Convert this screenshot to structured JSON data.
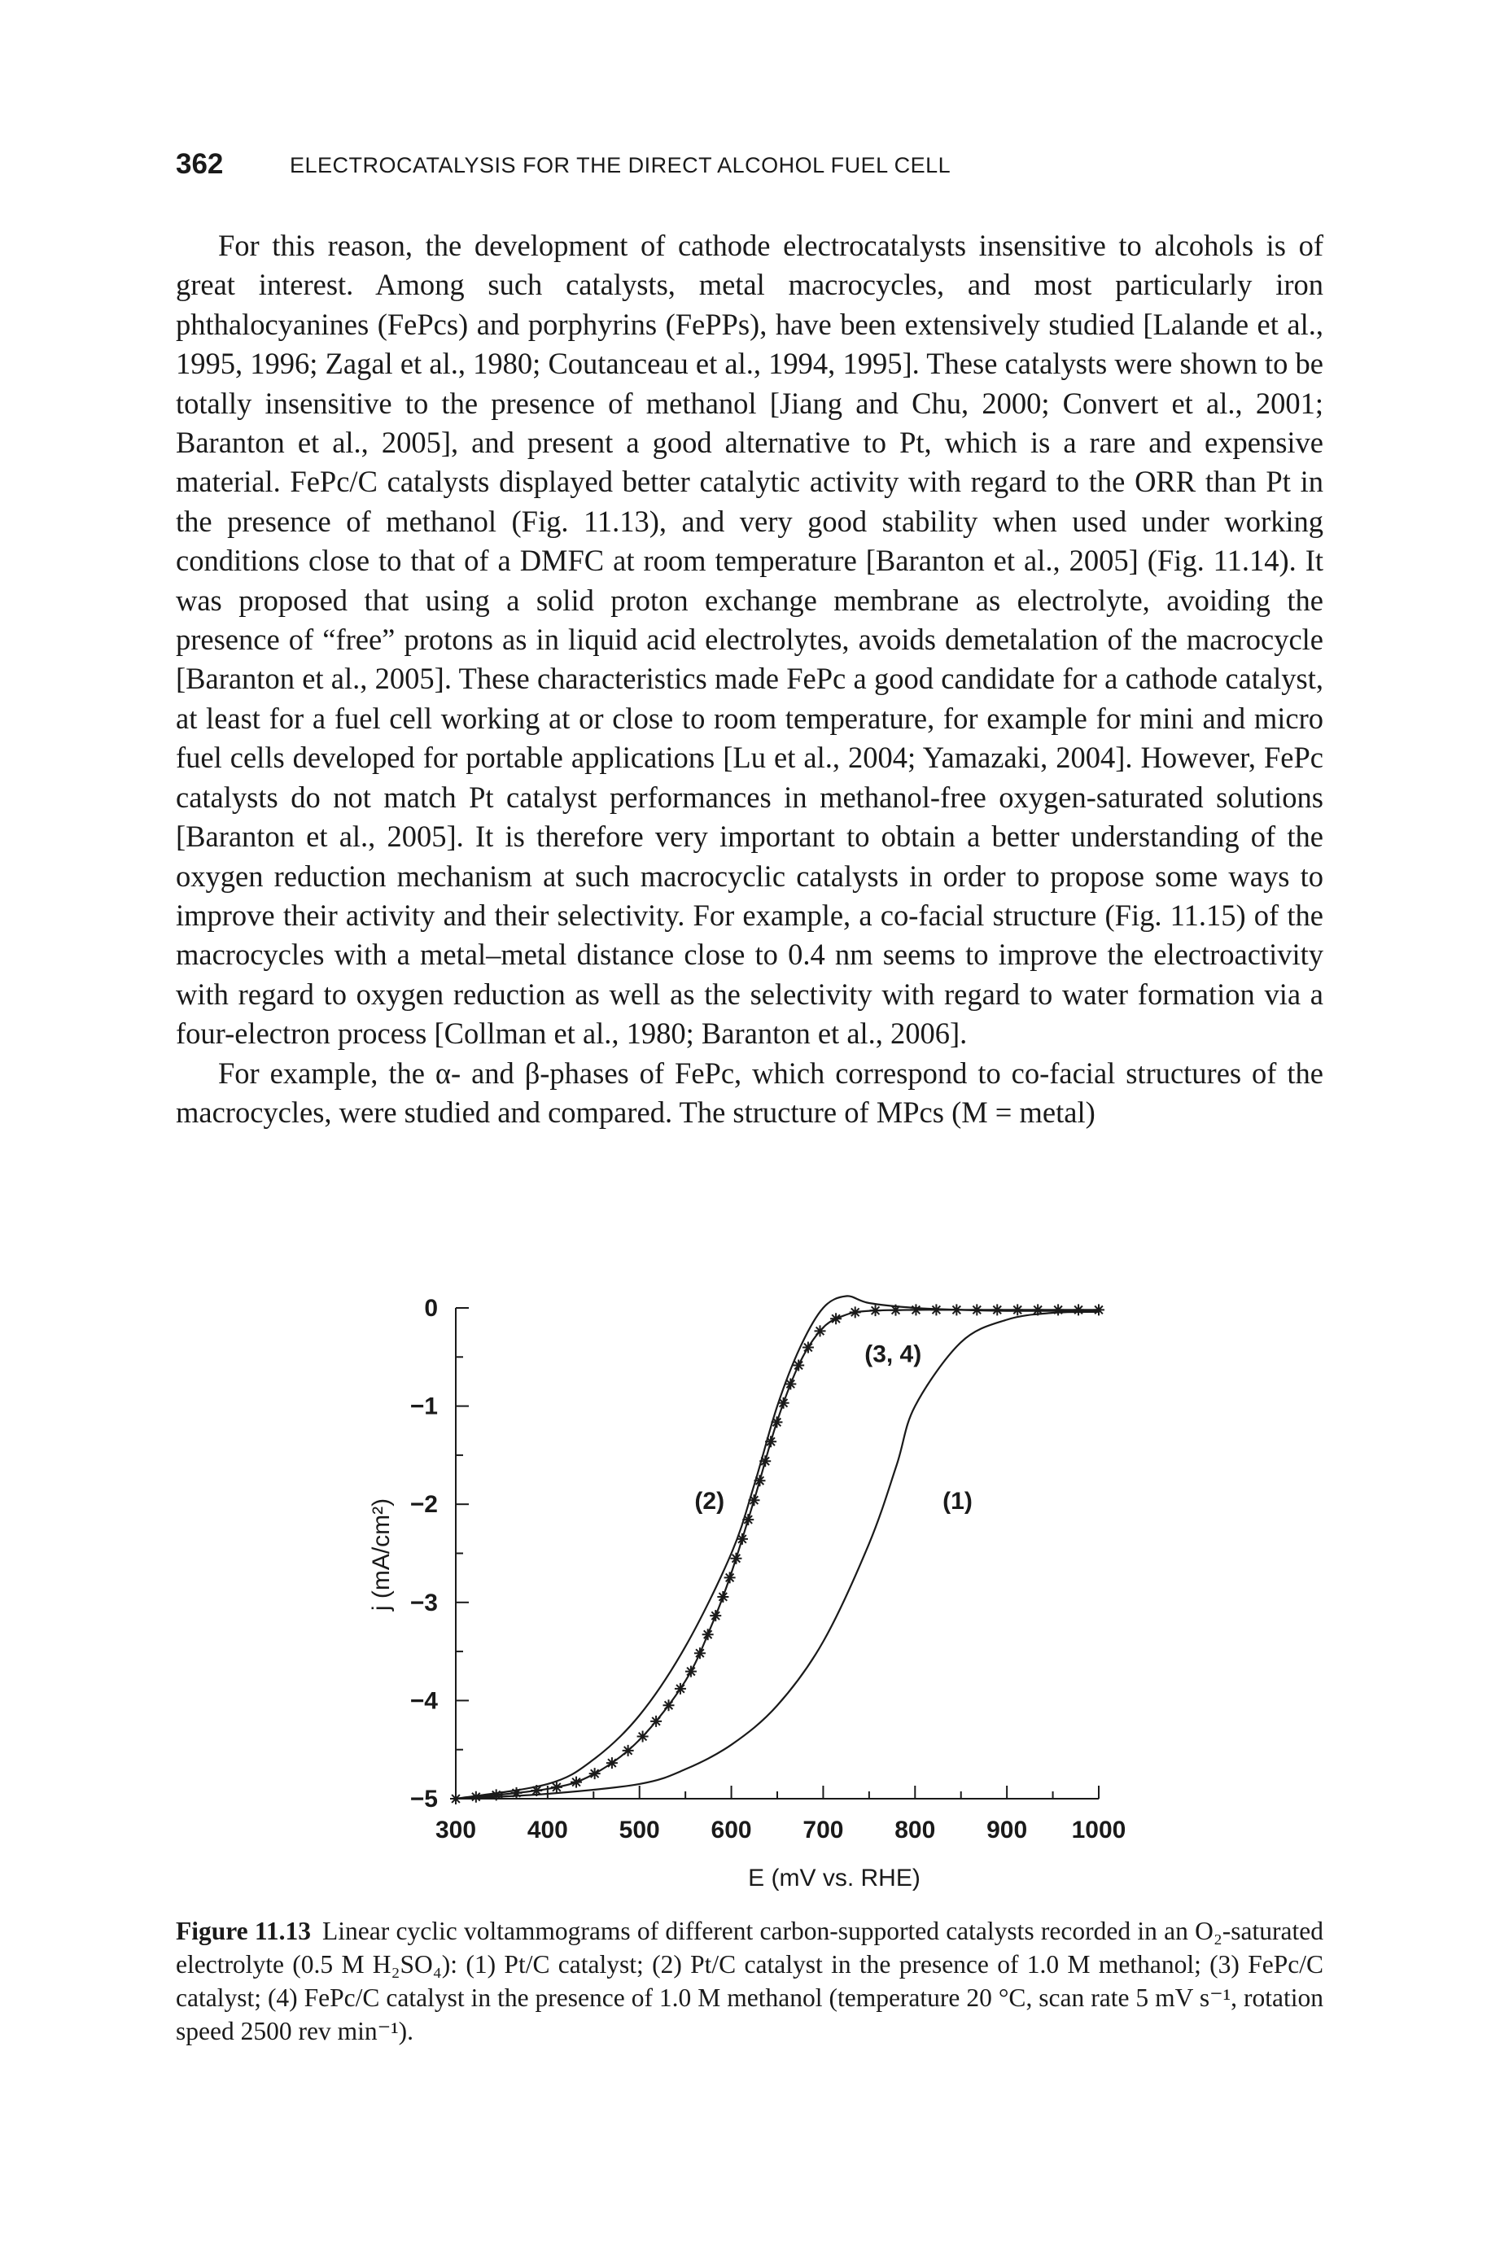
{
  "header": {
    "page_number": "362",
    "running_title": "ELECTROCATALYSIS FOR THE DIRECT ALCOHOL FUEL CELL"
  },
  "body": {
    "paragraph_1": "For this reason, the development of cathode electrocatalysts insensitive to alcohols is of great interest. Among such catalysts, metal macrocycles, and most particularly iron phthalocyanines (FePcs) and porphyrins (FePPs), have been extensively studied [Lalande et al., 1995, 1996; Zagal et al., 1980; Coutanceau et al., 1994, 1995]. These catalysts were shown to be totally insensitive to the presence of methanol [Jiang and Chu, 2000; Convert et al., 2001; Baranton et al., 2005], and present a good alternative to Pt, which is a rare and expensive material. FePc/C catalysts displayed better catalytic activity with regard to the ORR than Pt in the presence of methanol (Fig. 11.13), and very good stability when used under working conditions close to that of a DMFC at room temperature [Baranton et al., 2005] (Fig. 11.14). It was proposed that using a solid proton exchange membrane as electrolyte, avoiding the presence of “free” protons as in liquid acid electrolytes, avoids demetalation of the macrocycle [Baranton et al., 2005]. These characteristics made FePc a good candidate for a cathode catalyst, at least for a fuel cell working at or close to room temperature, for example for mini and micro fuel cells developed for portable applications [Lu et al., 2004; Yamazaki, 2004]. However, FePc catalysts do not match Pt catalyst performances in methanol-free oxygen-saturated solutions [Baranton et al., 2005]. It is therefore very important to obtain a better understanding of the oxygen reduction mechanism at such macrocyclic catalysts in order to propose some ways to improve their activity and their selectivity. For example, a co-facial structure (Fig. 11.15) of the macrocycles with a metal–metal distance close to 0.4 nm seems to improve the electroactivity with regard to oxygen reduction as well as the selectivity with regard to water formation via a four-electron process [Collman et al., 1980; Baranton et al., 2006].",
    "paragraph_2": "For example, the α- and β-phases of FePc, which correspond to co-facial structures of the macrocycles, were studied and compared. The structure of MPcs (M = metal)"
  },
  "chart_data": {
    "type": "line",
    "xlabel": "E (mV vs. RHE)",
    "ylabel": "j (mA/cm²)",
    "xlim": [
      300,
      1000
    ],
    "ylim": [
      -5,
      0
    ],
    "x_ticks": [
      300,
      400,
      500,
      600,
      700,
      800,
      900,
      1000
    ],
    "y_ticks": [
      0,
      -1,
      -2,
      -3,
      -4,
      -5
    ],
    "grid": false,
    "series": [
      {
        "name": "(1)",
        "marker": "none",
        "x": [
          300,
          400,
          500,
          550,
          600,
          650,
          700,
          750,
          780,
          800,
          850,
          900,
          950,
          1000
        ],
        "y": [
          -5.0,
          -4.95,
          -4.85,
          -4.7,
          -4.45,
          -4.05,
          -3.4,
          -2.4,
          -1.6,
          -1.0,
          -0.35,
          -0.12,
          -0.05,
          -0.04
        ]
      },
      {
        "name": "(2)",
        "marker": "none",
        "x": [
          300,
          400,
          450,
          500,
          550,
          600,
          625,
          650,
          675,
          700,
          725,
          750,
          800,
          850,
          900,
          1000
        ],
        "y": [
          -5.0,
          -4.85,
          -4.6,
          -4.15,
          -3.45,
          -2.5,
          -1.8,
          -1.0,
          -0.4,
          0.0,
          0.12,
          0.05,
          0.0,
          -0.02,
          -0.03,
          -0.03
        ]
      },
      {
        "name": "(3, 4)",
        "marker": "star",
        "x": [
          300,
          400,
          450,
          500,
          550,
          580,
          600,
          625,
          650,
          675,
          700,
          725,
          750,
          800,
          850,
          900,
          1000
        ],
        "y": [
          -5.0,
          -4.9,
          -4.75,
          -4.4,
          -3.8,
          -3.2,
          -2.7,
          -1.95,
          -1.15,
          -0.55,
          -0.2,
          -0.07,
          -0.03,
          -0.02,
          -0.02,
          -0.02,
          -0.02
        ]
      }
    ],
    "annotations": [
      {
        "text": "(3, 4)",
        "x": 745,
        "y": -0.55
      },
      {
        "text": "(2)",
        "x": 560,
        "y": -2.05
      },
      {
        "text": "(1)",
        "x": 830,
        "y": -2.05
      }
    ]
  },
  "caption": {
    "label": "Figure 11.13",
    "text": "Linear cyclic voltammograms of different carbon-supported catalysts recorded in an O₂-saturated electrolyte (0.5 M H₂SO₄): (1) Pt/C catalyst; (2) Pt/C catalyst in the presence of 1.0 M methanol; (3) FePc/C catalyst; (4) FePc/C catalyst in the presence of 1.0 M methanol (temperature 20 °C, scan rate 5 mV s⁻¹, rotation speed 2500 rev min⁻¹)."
  }
}
